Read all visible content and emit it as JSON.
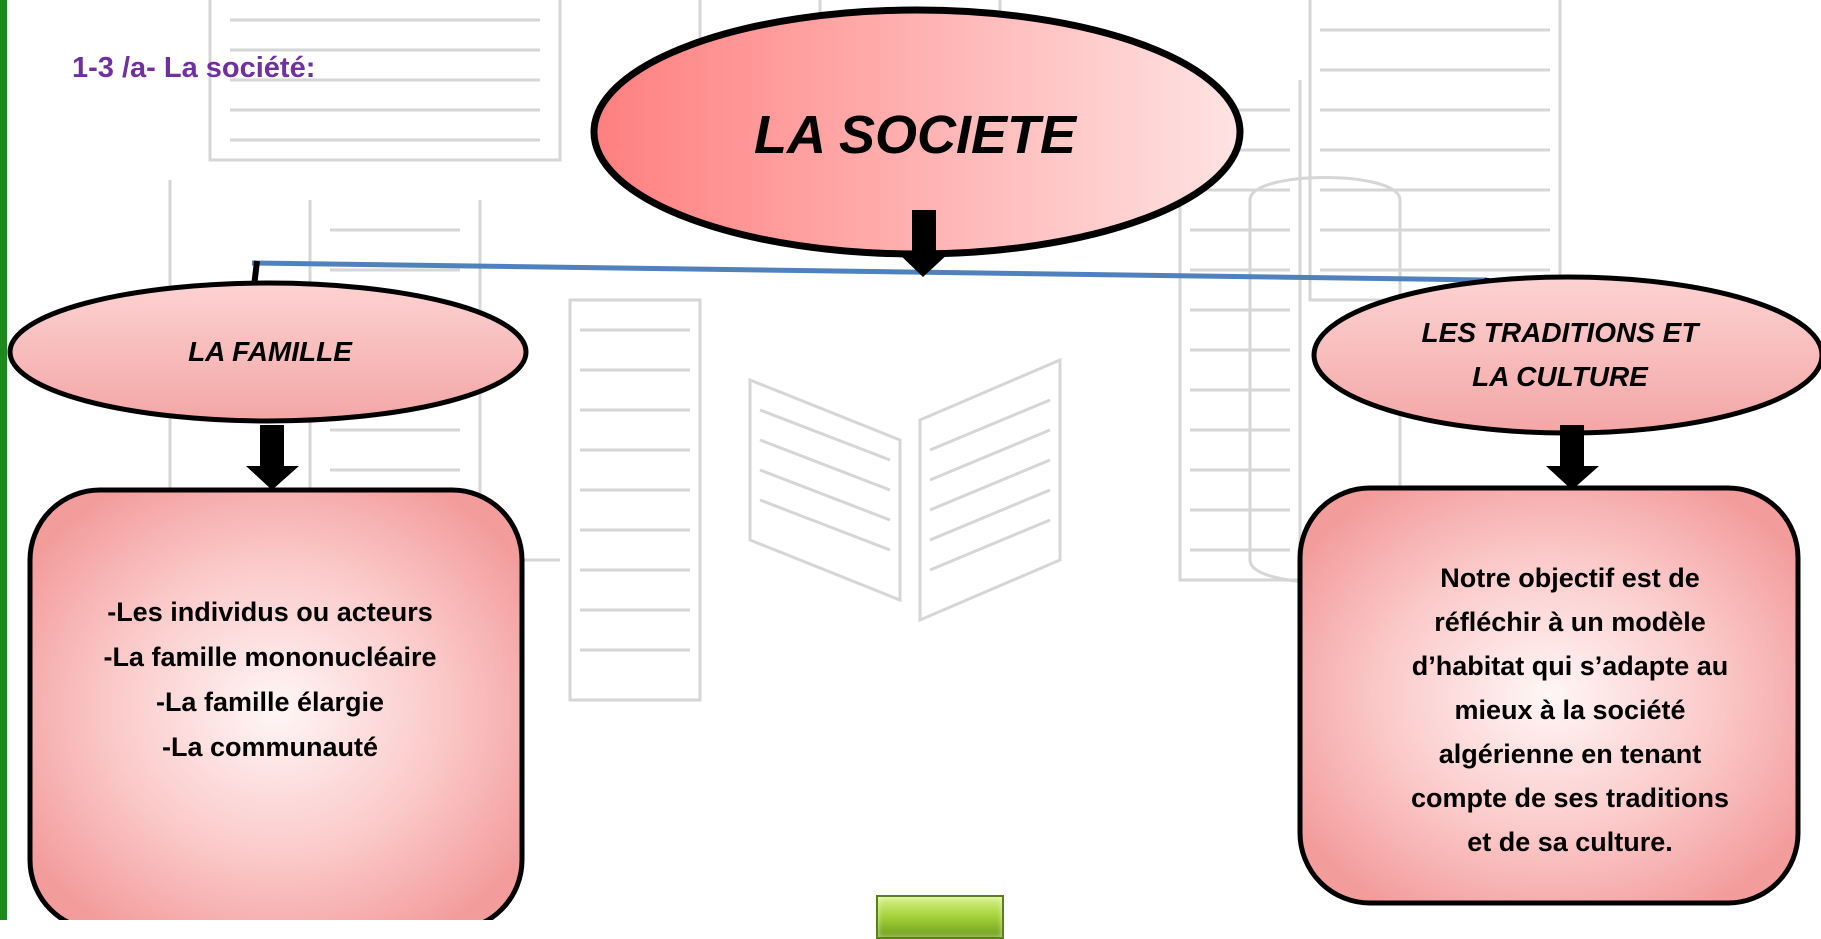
{
  "heading": "1-3 /a- La société:",
  "root": {
    "label": "LA SOCIETE"
  },
  "branches": [
    {
      "label": "LA FAMILLE",
      "details": "-Les individus ou acteurs\n-La famille mononucléaire\n-La famille élargie\n-La communauté"
    },
    {
      "label": "LES TRADITIONS ET\nLA CULTURE",
      "details": "Notre objectif est de\nréfléchir à un modèle\nd’habitat qui s’adapte au\nmieux à la société\nalgérienne en tenant\ncompte de ses traditions\net de sa culture."
    }
  ],
  "colors": {
    "heading": "#7030a0",
    "node_fill_dark": "#ff7f7f",
    "node_fill_light": "#ffe3e3",
    "connector": "#4f81bd",
    "arrow": "#000000",
    "frame": "#1a8a1a",
    "button": "#9ccc3c"
  }
}
